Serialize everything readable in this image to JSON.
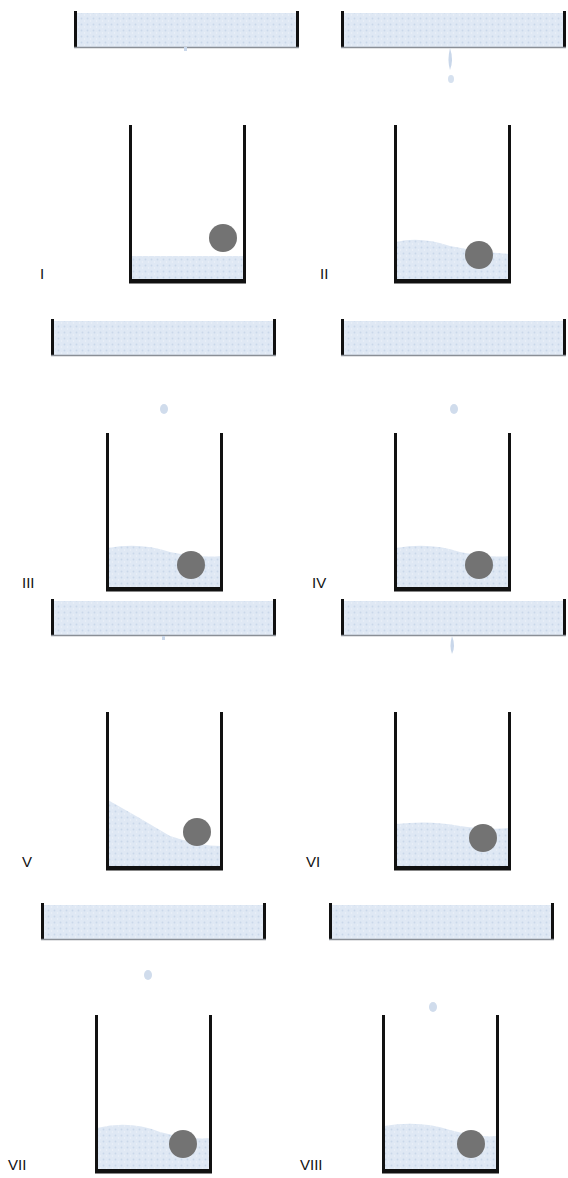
{
  "diagram": {
    "labels": [
      "I",
      "II",
      "III",
      "IV",
      "V",
      "VI",
      "VII",
      "VIII"
    ]
  }
}
